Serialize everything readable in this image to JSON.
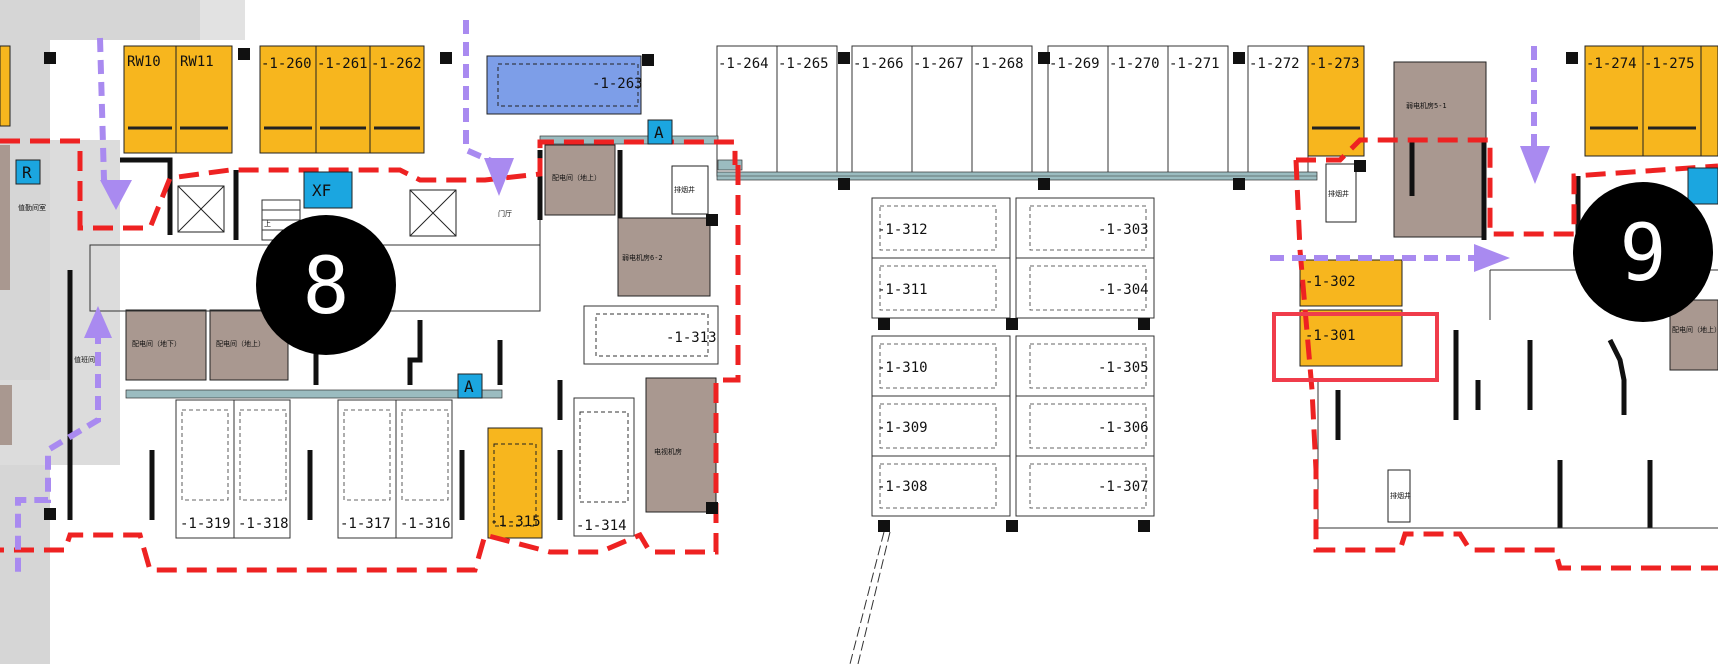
{
  "plan": {
    "zone_labels": [
      "8",
      "9"
    ],
    "room_labels": {
      "rw10": "RW10",
      "rw11": "RW11",
      "u260": "-1-260",
      "u261": "-1-261",
      "u262": "-1-262",
      "u263": "-1-263",
      "u264": "-1-264",
      "u265": "-1-265",
      "u266": "-1-266",
      "u267": "-1-267",
      "u268": "-1-268",
      "u269": "-1-269",
      "u270": "-1-270",
      "u271": "-1-271",
      "u272": "-1-272",
      "u273": "-1-273",
      "u274": "-1-274",
      "u275": "-1-275",
      "u301": "-1-301",
      "u302": "-1-302",
      "u303": "-1-303",
      "u304": "-1-304",
      "u305": "-1-305",
      "u306": "-1-306",
      "u307": "-1-307",
      "u308": "-1-308",
      "u309": "-1-309",
      "u310": "-1-310",
      "u311": "-1-311",
      "u312": "-1-312",
      "u313": "-1-313",
      "u314": "-1-314",
      "u315": "-1-315",
      "u316": "-1-316",
      "u317": "-1-317",
      "u318": "-1-318",
      "u319": "-1-319"
    },
    "small_labels": {
      "guard_room": "值勤间室",
      "hall": "门厅",
      "dist_room_top": "配电间（地上）",
      "dist_room_below": "配电间（地下）",
      "dist_room_above": "配电间（地上）",
      "equip_6_2": "弱电机房6-2",
      "equip_5_1": "弱电机房5-1",
      "tv_room": "电视机房",
      "shaft_left": "排烟井",
      "shaft_right": "排烟井",
      "shaft_bottom": "排烟井",
      "dist_right": "配电间（地上）",
      "duty": "值班间",
      "up": "上"
    },
    "sign_labels": {
      "r": "R",
      "a1": "A",
      "a2": "A",
      "xf": "XF"
    },
    "colors": {
      "occupied": "#f7b61e",
      "special": "#7d9ee8",
      "service": "#a99890",
      "boundary": "#ee2222",
      "route": "#a98af0",
      "highlight": "#f03c4b",
      "sign": "#1ba6e0",
      "road": "#d6d6d6"
    }
  }
}
